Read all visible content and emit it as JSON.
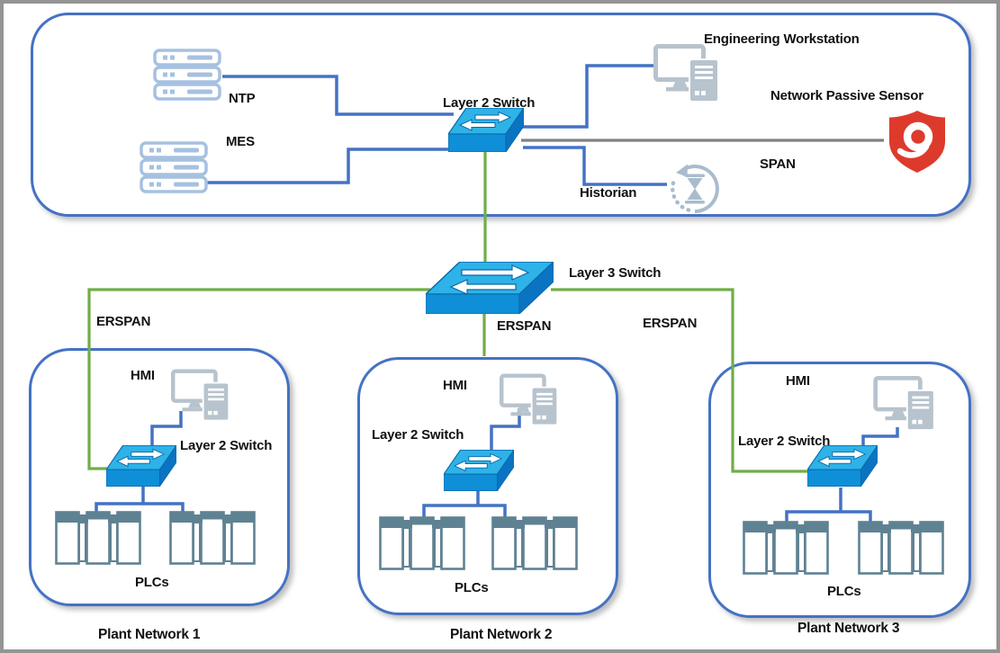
{
  "colors": {
    "wire_blue": "#4472c4",
    "wire_green": "#6fae47",
    "wire_gray": "#808080",
    "box_border_blue": "#4472c4",
    "switch_top": "#2eb2e8",
    "switch_front": "#0f8fd8",
    "switch_side": "#0a74c2",
    "server_icon": "#a6c1e0",
    "workstation_icon": "#b7c3cd",
    "historian_icon": "#a9bccd",
    "plc_icon": "#5f8293",
    "qualys_red": "#dd3a2c"
  },
  "enterprise_zone": {
    "ntp_label": "NTP",
    "mes_label": "MES",
    "switch_label": "Layer 2 Switch",
    "workstation_label": "Engineering Workstation",
    "sensor_label": "Network Passive Sensor",
    "span_label": "SPAN",
    "historian_label": "Historian"
  },
  "core": {
    "switch_label": "Layer 3 Switch",
    "erspan_left": "ERSPAN",
    "erspan_center": "ERSPAN",
    "erspan_right": "ERSPAN"
  },
  "plant_networks": [
    {
      "name": "Plant Network 1",
      "hmi_label": "HMI",
      "switch_label": "Layer 2 Switch",
      "plcs_label": "PLCs"
    },
    {
      "name": "Plant Network 2",
      "hmi_label": "HMI",
      "switch_label": "Layer 2 Switch",
      "plcs_label": "PLCs"
    },
    {
      "name": "Plant Network 3",
      "hmi_label": "HMI",
      "switch_label": "Layer 2 Switch",
      "plcs_label": "PLCs"
    }
  ]
}
